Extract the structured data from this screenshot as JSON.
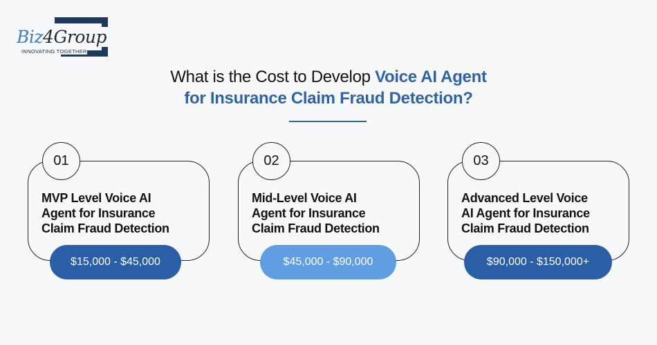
{
  "logo": {
    "brand_part1": "Biz",
    "brand_part2": "4Group",
    "tagline": "INNOVATING TOGETHER"
  },
  "title": {
    "line1_plain": "What is the Cost to Develop ",
    "line1_highlight": "Voice AI Agent",
    "line2_highlight": "for Insurance Claim Fraud Detection?"
  },
  "colors": {
    "accent": "#2f62a6",
    "price_dark": "#2a5fa8",
    "price_light": "#5f9ee0",
    "logo_navy": "#1e3a5f"
  },
  "cards": [
    {
      "number": "01",
      "line1": "MVP Level Voice AI",
      "line2": "Agent for Insurance",
      "line3": "Claim Fraud Detection",
      "price": "$15,000 - $45,000"
    },
    {
      "number": "02",
      "line1": "Mid-Level Voice AI",
      "line2": "Agent for Insurance",
      "line3": "Claim Fraud Detection",
      "price": "$45,000 - $90,000"
    },
    {
      "number": "03",
      "line1": "Advanced Level Voice",
      "line2": "AI Agent for Insurance",
      "line3": "Claim Fraud Detection",
      "price": "$90,000 - $150,000+"
    }
  ]
}
